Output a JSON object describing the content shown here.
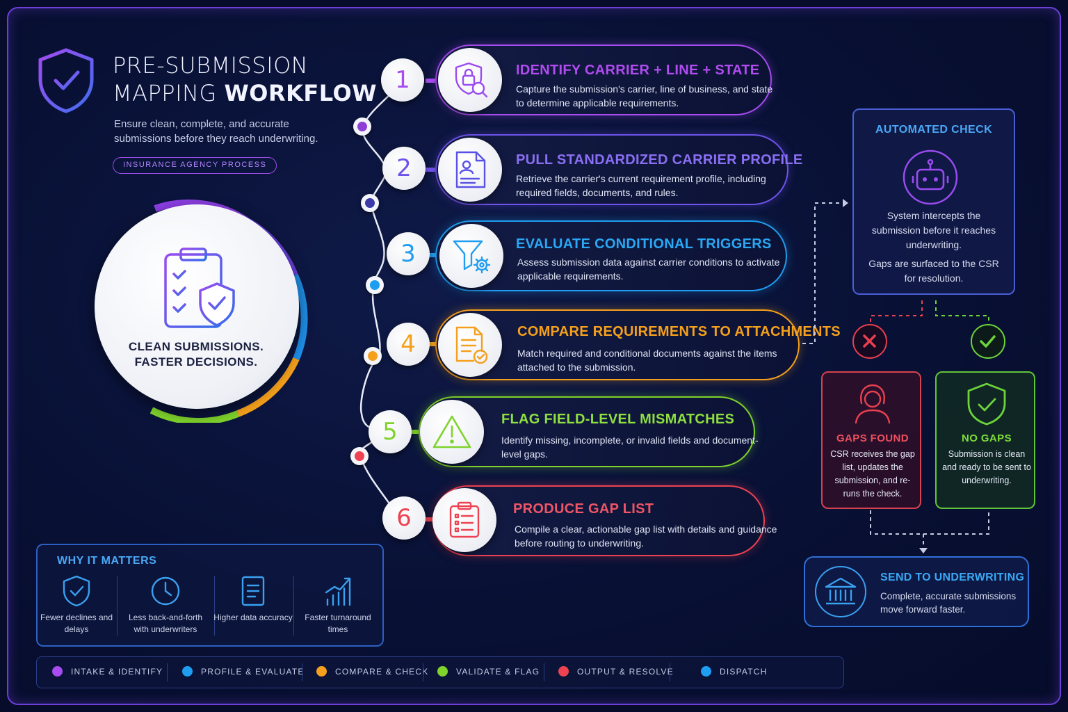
{
  "header": {
    "title_line1": "PRE-SUBMISSION",
    "title_line2_light": "MAPPING ",
    "title_line2_bold": "WORKFLOW",
    "subtitle": "Ensure clean, complete, and accurate submissions before they reach underwriting.",
    "tag": "INSURANCE AGENCY PROCESS"
  },
  "hero": {
    "line1": "CLEAN SUBMISSIONS.",
    "line2": "FASTER DECISIONS."
  },
  "steps": [
    {
      "number": "1",
      "title": "IDENTIFY CARRIER + LINE + STATE",
      "desc": "Capture the submission's carrier, line of business, and state to determine applicable requirements.",
      "color": "#b04cf0",
      "icon": "lock-search-icon"
    },
    {
      "number": "2",
      "title": "PULL STANDARDIZED CARRIER PROFILE",
      "desc": "Retrieve the carrier's current requirement profile, including required fields, documents, and rules.",
      "color": "#6f52ec",
      "icon": "profile-document-icon"
    },
    {
      "number": "3",
      "title": "EVALUATE CONDITIONAL TRIGGERS",
      "desc": "Assess submission data against carrier conditions to activate applicable requirements.",
      "color": "#1f9df0",
      "icon": "filter-gear-icon"
    },
    {
      "number": "4",
      "title": "COMPARE REQUIREMENTS TO ATTACHMENTS",
      "desc": "Match required and conditional documents against the items attached to the submission.",
      "color": "#f5a01c",
      "icon": "document-check-icon"
    },
    {
      "number": "5",
      "title": "FLAG FIELD-LEVEL MISMATCHES",
      "desc": "Identify missing, incomplete, or invalid fields and document-level gaps.",
      "color": "#7fd32c",
      "icon": "warning-icon"
    },
    {
      "number": "6",
      "title": "PRODUCE GAP LIST",
      "desc": "Compile a clear, actionable gap list with details and guidance before routing to underwriting.",
      "color": "#ee4252",
      "icon": "checklist-icon"
    }
  ],
  "automated_check": {
    "title": "AUTOMATED CHECK",
    "text1": "System intercepts the submission before it reaches underwriting.",
    "text2": "Gaps are surfaced to the CSR for resolution."
  },
  "gaps_found": {
    "title": "GAPS FOUND",
    "text": "CSR receives the gap list, updates the submission, and re-runs the check."
  },
  "no_gaps": {
    "title": "NO GAPS",
    "text": "Submission is clean and ready to be sent to underwriting."
  },
  "send": {
    "title": "SEND TO UNDERWRITING",
    "text": "Complete, accurate submissions move forward faster."
  },
  "why": {
    "title": "WHY IT MATTERS",
    "items": [
      {
        "label": "Fewer declines and delays",
        "icon": "shield-check-icon"
      },
      {
        "label": "Less back-and-forth with underwriters",
        "icon": "clock-icon"
      },
      {
        "label": "Higher data accuracy",
        "icon": "document-icon"
      },
      {
        "label": "Faster turnaround times",
        "icon": "growth-chart-icon"
      }
    ]
  },
  "legend": [
    {
      "label": "INTAKE & IDENTIFY",
      "color": "#a64cf0"
    },
    {
      "label": "PROFILE &  EVALUATE",
      "color": "#1f9df0"
    },
    {
      "label": "COMPARE & CHECK",
      "color": "#f5a01c"
    },
    {
      "label": "VALIDATE & FLAG",
      "color": "#7fd32c"
    },
    {
      "label": "OUTPUT & RESOLVE",
      "color": "#ee4252"
    },
    {
      "label": "DISPATCH",
      "color": "#1f9df0"
    }
  ]
}
